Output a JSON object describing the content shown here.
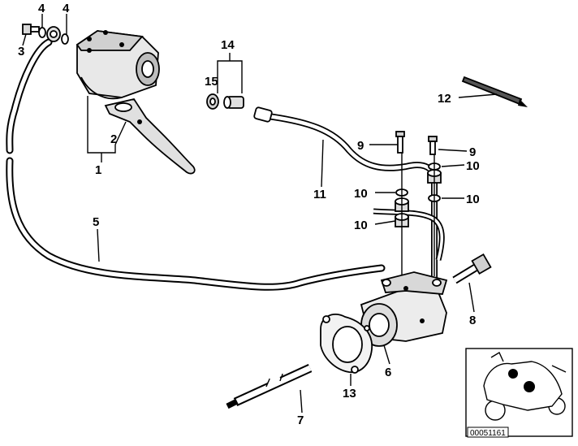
{
  "diagram": {
    "callouts": [
      {
        "id": "c1",
        "label": "1"
      },
      {
        "id": "c2",
        "label": "2"
      },
      {
        "id": "c3",
        "label": "3"
      },
      {
        "id": "c4a",
        "label": "4"
      },
      {
        "id": "c4b",
        "label": "4"
      },
      {
        "id": "c5",
        "label": "5"
      },
      {
        "id": "c6",
        "label": "6"
      },
      {
        "id": "c7",
        "label": "7"
      },
      {
        "id": "c8",
        "label": "8"
      },
      {
        "id": "c9a",
        "label": "9"
      },
      {
        "id": "c9b",
        "label": "9"
      },
      {
        "id": "c10a",
        "label": "10"
      },
      {
        "id": "c10b",
        "label": "10"
      },
      {
        "id": "c10c",
        "label": "10"
      },
      {
        "id": "c10d",
        "label": "10"
      },
      {
        "id": "c11",
        "label": "11"
      },
      {
        "id": "c12",
        "label": "12"
      },
      {
        "id": "c13",
        "label": "13"
      },
      {
        "id": "c14",
        "label": "14"
      },
      {
        "id": "c15",
        "label": "15"
      }
    ],
    "inset_code": "00051161"
  }
}
